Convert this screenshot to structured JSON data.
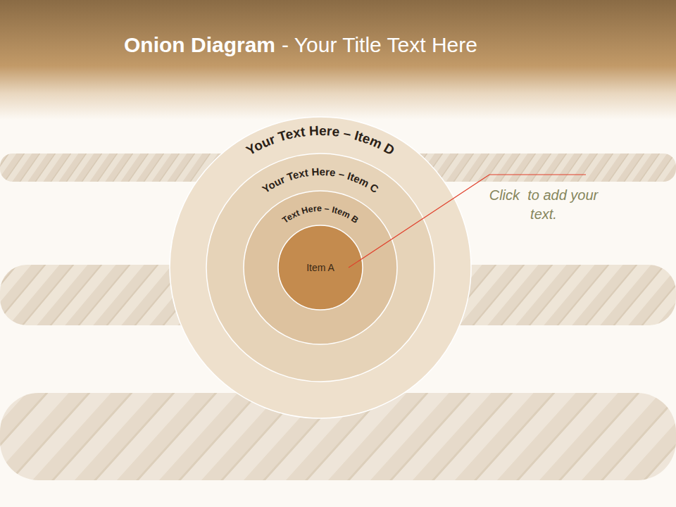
{
  "diagram": {
    "title": "Onion Diagram",
    "nodes": [
      {
        "text": [
          "Your Text Here – Item D"
        ]
      },
      {
        "text": [
          "Your Text Here – Item C"
        ],
        "in": 0
      },
      {
        "text": [
          "Text Here – Item B"
        ],
        "in": 1
      },
      {
        "text": [
          "Item A"
        ],
        "in": 2
      }
    ],
    "labels": [
      "- Your Title Text Here",
      "Click  to add your text."
    ]
  }
}
